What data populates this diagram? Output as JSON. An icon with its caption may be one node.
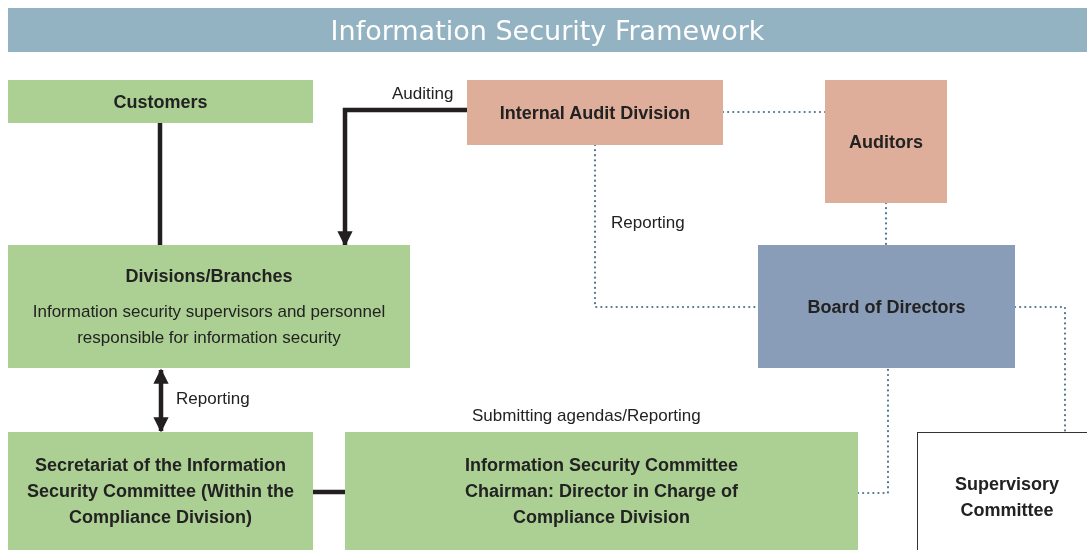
{
  "diagram": {
    "title": "Information Security Framework",
    "nodes": [
      {
        "text": [
          "Customers"
        ]
      },
      {
        "text": [
          "Internal Audit Division"
        ]
      },
      {
        "text": [
          "Auditors"
        ]
      },
      {
        "text": [
          "Divisions/Branches",
          "Information security supervisors and personnel responsible for information security"
        ]
      },
      {
        "text": [
          "Board of Directors"
        ]
      },
      {
        "text": [
          "Secretariat of the Information Security Committee (Within the Compliance Division)"
        ]
      },
      {
        "text": [
          "Information Security Committee",
          "Chairman: Director in Charge of Compliance Division"
        ]
      },
      {
        "text": [
          "Supervisory Committee"
        ]
      }
    ],
    "edges": [
      {
        "from": 0,
        "to": 3,
        "arrow": "none",
        "style": "thick",
        "color": "#231f20"
      },
      {
        "from": 1,
        "to": 3,
        "arrow": "to",
        "label": "Auditing",
        "style": "thick",
        "color": "#231f20"
      },
      {
        "from": 1,
        "to": 2,
        "arrow": "none",
        "style": "dashed",
        "color": "#4f7891"
      },
      {
        "from": 1,
        "to": 4,
        "arrow": "none",
        "label": "Reporting",
        "style": "dashed",
        "color": "#4f7891"
      },
      {
        "from": 2,
        "to": 4,
        "arrow": "none",
        "style": "dashed",
        "color": "#4f7891"
      },
      {
        "from": 3,
        "to": 5,
        "arrow": "both",
        "label": "Reporting",
        "style": "thick",
        "color": "#231f20"
      },
      {
        "from": 5,
        "to": 6,
        "arrow": "none",
        "style": "thick",
        "color": "#231f20"
      },
      {
        "from": 6,
        "to": 4,
        "arrow": "none",
        "style": "dashed",
        "color": "#4f7891"
      },
      {
        "from": 4,
        "to": 7,
        "arrow": "none",
        "style": "dashed",
        "color": "#4f7891"
      }
    ],
    "labels": [
      "Submitting agendas/Reporting"
    ]
  }
}
